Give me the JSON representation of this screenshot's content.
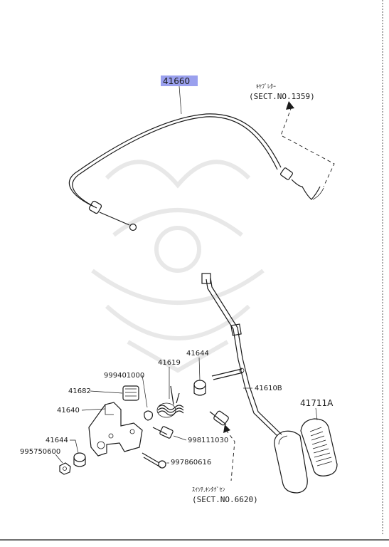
{
  "callouts": {
    "cable_assy": "41660",
    "ref_top_jp": "ｷﾔﾌﾞﾚﾀｰ",
    "ref_top": "(SECT.NO.1359)",
    "spacer_right": "41644",
    "spring": "41619",
    "clip": "999401000",
    "pad": "41682",
    "bracket": "41640",
    "rod": "41610B",
    "pedal_pad": "41711A",
    "bolt_right": "998111030",
    "bushing_left": "41644",
    "nut_left": "995750600",
    "bolt_lower": "997860616",
    "ref_bottom_jp": "ｽｲﾂﾁ,ｷﾝﾀｸﾞｾﾝ",
    "ref_bottom": "(SECT.NO.6620)"
  },
  "colors": {
    "highlight": "#9aa0ee",
    "ink": "#1a1a1a"
  }
}
